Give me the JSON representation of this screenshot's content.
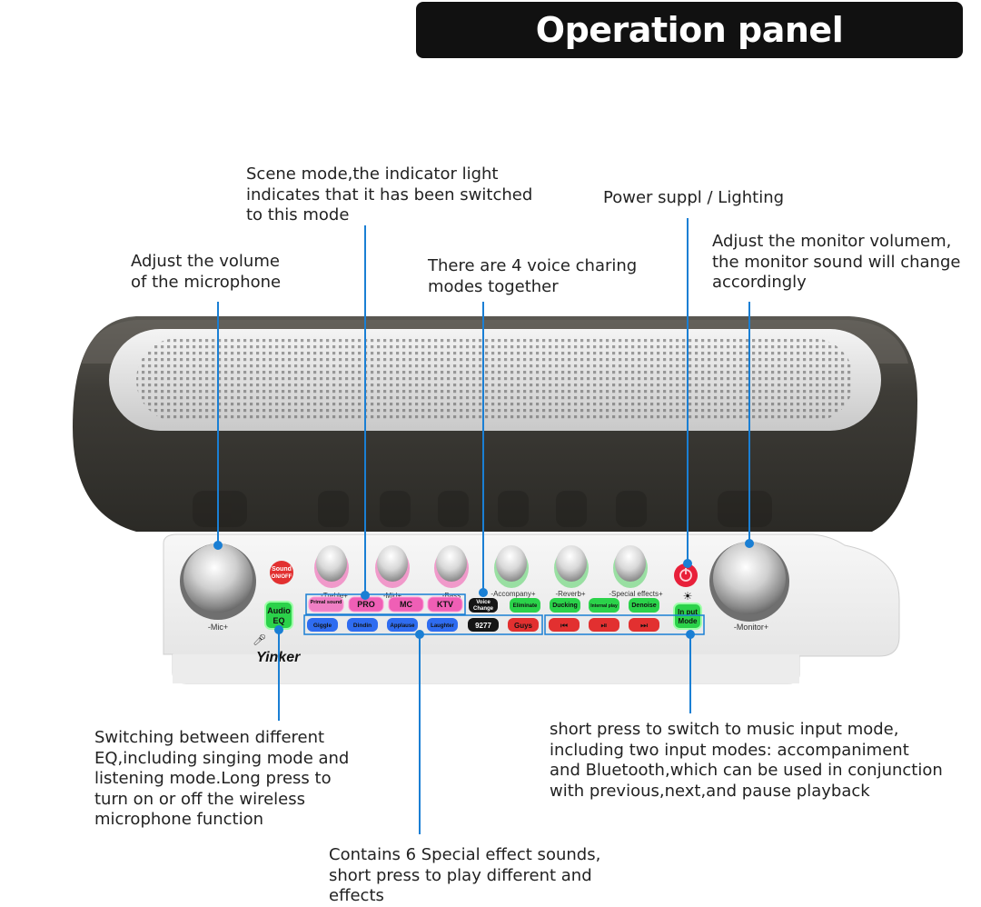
{
  "title": "Operation panel introduction",
  "colors": {
    "accent_line": "#1a7fd4",
    "title_bg": "#111111",
    "title_fg": "#ffffff"
  },
  "callouts": {
    "scene_mode": [
      "Scene mode,the indicator light",
      "indicates that it has been switched",
      "to this mode"
    ],
    "power": [
      "Power suppl / Lighting"
    ],
    "mic_volume": [
      "Adjust the volume",
      "of the microphone"
    ],
    "voice_change": [
      "There are 4 voice charing",
      "modes together"
    ],
    "monitor_volume": [
      "Adjust the monitor volumem,",
      "the monitor sound will change",
      "accordingly"
    ],
    "eq": [
      "Switching between different",
      "EQ,including singing mode and",
      "listening mode.Long press to",
      "turn on or off the wireless",
      "microphone function"
    ],
    "input_mode": [
      "short press to switch to music input mode,",
      "including two input modes: accompaniment",
      "and Bluetooth,which can be used in conjunction",
      "with previous,next,and pause playback"
    ],
    "effects": [
      "Contains 6 Special effect sounds,",
      "short press to play different and",
      "effects"
    ]
  },
  "device": {
    "brand": "Yinker",
    "sound_button": [
      "Sound",
      "ON/OFF"
    ],
    "mic_label": "-Mic+",
    "monitor_label": "-Monitor+",
    "audio_eq": [
      "Audio",
      "EQ"
    ],
    "input_mode_button": [
      "In put",
      "Mode"
    ],
    "knob_labels": [
      "-Treble+",
      "-Mid+",
      "-Bass",
      "-Accompany+",
      "-Reverb+",
      "-Special effects+"
    ],
    "voice_change": [
      "Voice",
      "Change"
    ],
    "row1": [
      "Primal sound",
      "PRO",
      "MC",
      "KTV",
      "Eliminate",
      "Ducking",
      "Internal play",
      "Denoise"
    ],
    "row2": [
      "Giggle",
      "Dindin",
      "Applause",
      "Laughter",
      "9277",
      "Guys"
    ],
    "transport": [
      "prev-icon",
      "play-pause-icon",
      "next-icon"
    ]
  }
}
